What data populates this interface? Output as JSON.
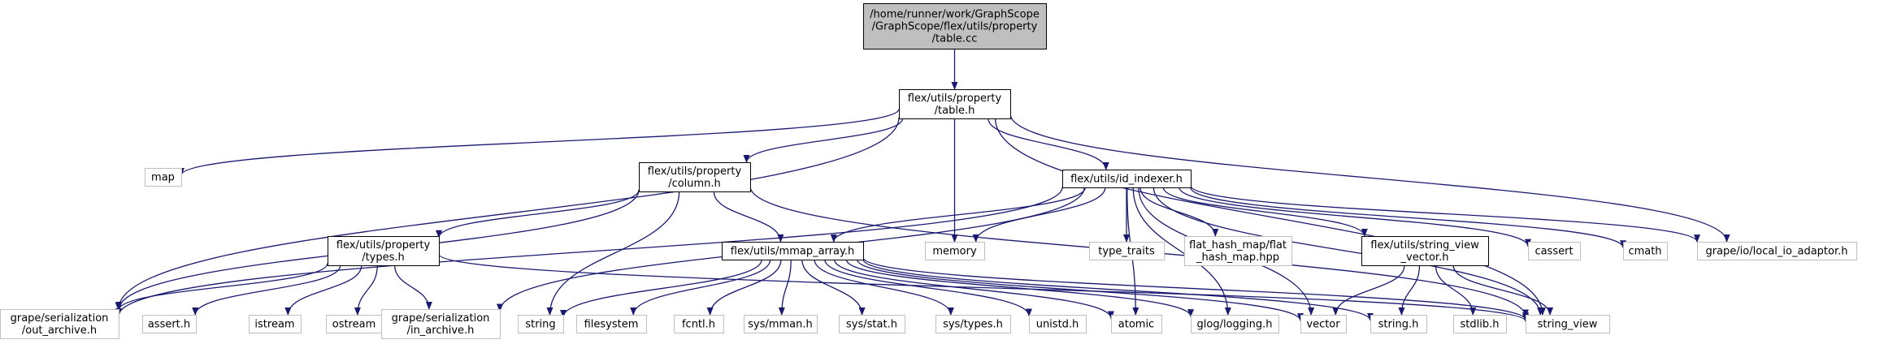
{
  "colors": {
    "edge": "#191970",
    "root_fill": "#bfbfbf",
    "node_border": "#000000",
    "external_border": "#bfbfbf",
    "text": "#000000"
  },
  "graph": {
    "nodes": [
      {
        "id": "table_cc",
        "lines": [
          "/home/runner/work/GraphScope",
          "/GraphScope/flex/utils/property",
          "/table.cc"
        ],
        "kind": "root"
      },
      {
        "id": "table_h",
        "lines": [
          "flex/utils/property",
          "/table.h"
        ],
        "kind": "local"
      },
      {
        "id": "map",
        "lines": [
          "map"
        ],
        "kind": "external"
      },
      {
        "id": "column_h",
        "lines": [
          "flex/utils/property",
          "/column.h"
        ],
        "kind": "local"
      },
      {
        "id": "id_indexer_h",
        "lines": [
          "flex/utils/id_indexer.h"
        ],
        "kind": "local"
      },
      {
        "id": "memory",
        "lines": [
          "memory"
        ],
        "kind": "external"
      },
      {
        "id": "type_traits",
        "lines": [
          "type_traits"
        ],
        "kind": "external"
      },
      {
        "id": "flat_hash_map",
        "lines": [
          "flat_hash_map/flat",
          "_hash_map.hpp"
        ],
        "kind": "external"
      },
      {
        "id": "string_view_vector_h",
        "lines": [
          "flex/utils/string_view",
          "_vector.h"
        ],
        "kind": "local"
      },
      {
        "id": "cassert",
        "lines": [
          "cassert"
        ],
        "kind": "external"
      },
      {
        "id": "cmath",
        "lines": [
          "cmath"
        ],
        "kind": "external"
      },
      {
        "id": "local_io_adaptor",
        "lines": [
          "grape/io/local_io_adaptor.h"
        ],
        "kind": "external"
      },
      {
        "id": "types_h",
        "lines": [
          "flex/utils/property",
          "/types.h"
        ],
        "kind": "local"
      },
      {
        "id": "mmap_array_h",
        "lines": [
          "flex/utils/mmap_array.h"
        ],
        "kind": "local"
      },
      {
        "id": "out_archive",
        "lines": [
          "grape/serialization",
          "/out_archive.h"
        ],
        "kind": "external"
      },
      {
        "id": "assert_h",
        "lines": [
          "assert.h"
        ],
        "kind": "external"
      },
      {
        "id": "istream",
        "lines": [
          "istream"
        ],
        "kind": "external"
      },
      {
        "id": "ostream",
        "lines": [
          "ostream"
        ],
        "kind": "external"
      },
      {
        "id": "in_archive",
        "lines": [
          "grape/serialization",
          "/in_archive.h"
        ],
        "kind": "external"
      },
      {
        "id": "string",
        "lines": [
          "string"
        ],
        "kind": "external"
      },
      {
        "id": "filesystem",
        "lines": [
          "filesystem"
        ],
        "kind": "external"
      },
      {
        "id": "fcntl_h",
        "lines": [
          "fcntl.h"
        ],
        "kind": "external"
      },
      {
        "id": "sys_mman_h",
        "lines": [
          "sys/mman.h"
        ],
        "kind": "external"
      },
      {
        "id": "sys_stat_h",
        "lines": [
          "sys/stat.h"
        ],
        "kind": "external"
      },
      {
        "id": "sys_types_h",
        "lines": [
          "sys/types.h"
        ],
        "kind": "external"
      },
      {
        "id": "unistd_h",
        "lines": [
          "unistd.h"
        ],
        "kind": "external"
      },
      {
        "id": "atomic",
        "lines": [
          "atomic"
        ],
        "kind": "external"
      },
      {
        "id": "glog_logging",
        "lines": [
          "glog/logging.h"
        ],
        "kind": "external"
      },
      {
        "id": "vector",
        "lines": [
          "vector"
        ],
        "kind": "external"
      },
      {
        "id": "string_h",
        "lines": [
          "string.h"
        ],
        "kind": "external"
      },
      {
        "id": "stdlib_h",
        "lines": [
          "stdlib.h"
        ],
        "kind": "external"
      },
      {
        "id": "string_view",
        "lines": [
          "string_view"
        ],
        "kind": "external"
      }
    ],
    "edges": [
      [
        "table_cc",
        "table_h"
      ],
      [
        "table_h",
        "map"
      ],
      [
        "table_h",
        "column_h"
      ],
      [
        "table_h",
        "id_indexer_h"
      ],
      [
        "table_h",
        "memory"
      ],
      [
        "table_h",
        "local_io_adaptor"
      ],
      [
        "table_h",
        "out_archive"
      ],
      [
        "table_h",
        "string_view"
      ],
      [
        "column_h",
        "types_h"
      ],
      [
        "column_h",
        "mmap_array_h"
      ],
      [
        "column_h",
        "out_archive"
      ],
      [
        "column_h",
        "string"
      ],
      [
        "column_h",
        "string_view"
      ],
      [
        "id_indexer_h",
        "mmap_array_h"
      ],
      [
        "id_indexer_h",
        "memory"
      ],
      [
        "id_indexer_h",
        "type_traits"
      ],
      [
        "id_indexer_h",
        "flat_hash_map"
      ],
      [
        "id_indexer_h",
        "string_view_vector_h"
      ],
      [
        "id_indexer_h",
        "cassert"
      ],
      [
        "id_indexer_h",
        "cmath"
      ],
      [
        "id_indexer_h",
        "local_io_adaptor"
      ],
      [
        "id_indexer_h",
        "out_archive"
      ],
      [
        "id_indexer_h",
        "in_archive"
      ],
      [
        "id_indexer_h",
        "atomic"
      ],
      [
        "id_indexer_h",
        "glog_logging"
      ],
      [
        "id_indexer_h",
        "vector"
      ],
      [
        "id_indexer_h",
        "string_view"
      ],
      [
        "types_h",
        "out_archive"
      ],
      [
        "types_h",
        "assert_h"
      ],
      [
        "types_h",
        "istream"
      ],
      [
        "types_h",
        "ostream"
      ],
      [
        "types_h",
        "in_archive"
      ],
      [
        "types_h",
        "string_view"
      ],
      [
        "mmap_array_h",
        "string"
      ],
      [
        "mmap_array_h",
        "filesystem"
      ],
      [
        "mmap_array_h",
        "fcntl_h"
      ],
      [
        "mmap_array_h",
        "sys_mman_h"
      ],
      [
        "mmap_array_h",
        "sys_stat_h"
      ],
      [
        "mmap_array_h",
        "sys_types_h"
      ],
      [
        "mmap_array_h",
        "unistd_h"
      ],
      [
        "mmap_array_h",
        "atomic"
      ],
      [
        "mmap_array_h",
        "glog_logging"
      ],
      [
        "mmap_array_h",
        "vector"
      ],
      [
        "mmap_array_h",
        "string_h"
      ],
      [
        "mmap_array_h",
        "string_view"
      ],
      [
        "string_view_vector_h",
        "vector"
      ],
      [
        "string_view_vector_h",
        "string_h"
      ],
      [
        "string_view_vector_h",
        "stdlib_h"
      ],
      [
        "string_view_vector_h",
        "string_view"
      ]
    ]
  }
}
